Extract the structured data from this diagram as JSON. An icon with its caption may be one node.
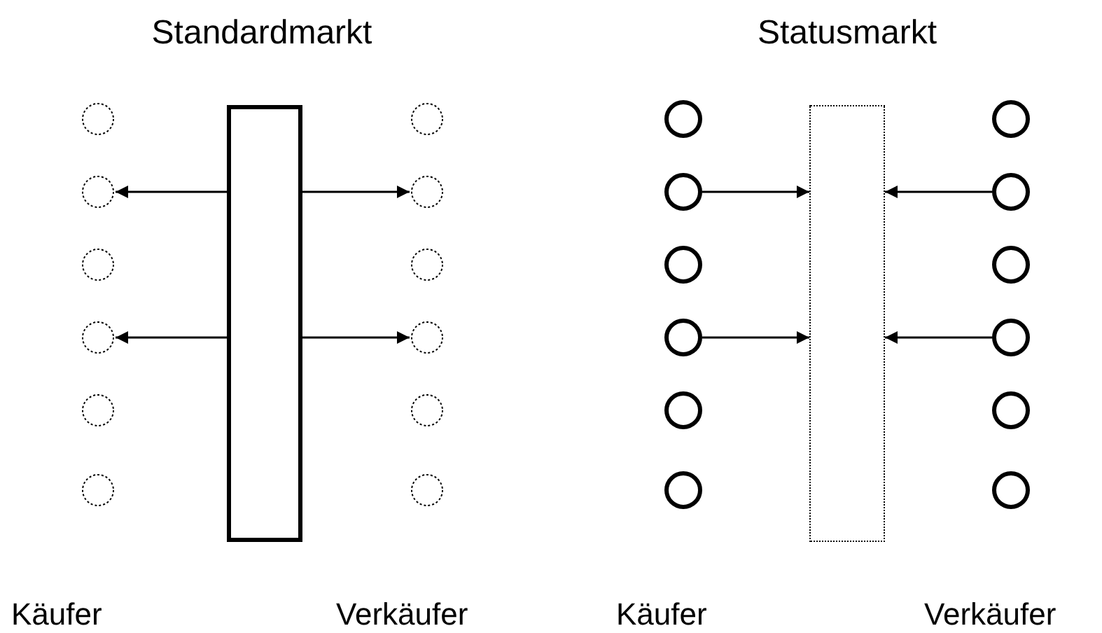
{
  "diagram": {
    "nodes": [
      {
        "text": [],
        "shape": "circle"
      },
      {
        "text": [],
        "shape": "circle"
      },
      {
        "text": [],
        "shape": "circle"
      },
      {
        "text": [],
        "shape": "circle"
      },
      {
        "text": [],
        "shape": "circle"
      },
      {
        "text": [],
        "shape": "circle"
      },
      {
        "text": [],
        "shape": "box"
      },
      {
        "text": [],
        "shape": "circle"
      },
      {
        "text": [],
        "shape": "circle"
      },
      {
        "text": [],
        "shape": "circle"
      },
      {
        "text": [],
        "shape": "circle"
      },
      {
        "text": [],
        "shape": "circle"
      },
      {
        "text": [],
        "shape": "circle"
      },
      {
        "text": [],
        "shape": "circle"
      },
      {
        "text": [],
        "shape": "circle"
      },
      {
        "text": [],
        "shape": "circle"
      },
      {
        "text": [],
        "shape": "circle"
      },
      {
        "text": [],
        "shape": "circle"
      },
      {
        "text": [],
        "shape": "circle"
      },
      {
        "text": [],
        "shape": "box"
      },
      {
        "text": [],
        "shape": "circle"
      },
      {
        "text": [],
        "shape": "circle"
      },
      {
        "text": [],
        "shape": "circle"
      },
      {
        "text": [],
        "shape": "circle"
      },
      {
        "text": [],
        "shape": "circle"
      },
      {
        "text": [],
        "shape": "circle"
      }
    ],
    "edges": [
      {
        "from": 6,
        "to": 1,
        "arrow": "to"
      },
      {
        "from": 6,
        "to": 3,
        "arrow": "to"
      },
      {
        "from": 6,
        "to": 8,
        "arrow": "to"
      },
      {
        "from": 6,
        "to": 10,
        "arrow": "to"
      },
      {
        "from": 14,
        "to": 19,
        "arrow": "to"
      },
      {
        "from": 16,
        "to": 19,
        "arrow": "to"
      },
      {
        "from": 21,
        "to": 19,
        "arrow": "to"
      },
      {
        "from": 23,
        "to": 19,
        "arrow": "to"
      }
    ],
    "labels": [
      "Standardmarkt",
      "Statusmarkt",
      "Käufer",
      "Verkäufer",
      "Käufer",
      "Verkäufer"
    ]
  }
}
